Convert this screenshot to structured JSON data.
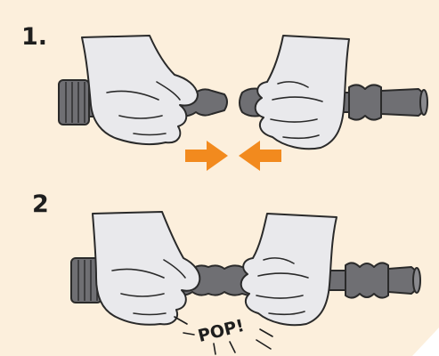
{
  "instruction_panel": {
    "background_color": "#fcefdc",
    "accent_color": "#f28a1e",
    "step_1": {
      "label": "1."
    },
    "step_2": {
      "label": "2"
    },
    "pop_label": "POP!"
  }
}
